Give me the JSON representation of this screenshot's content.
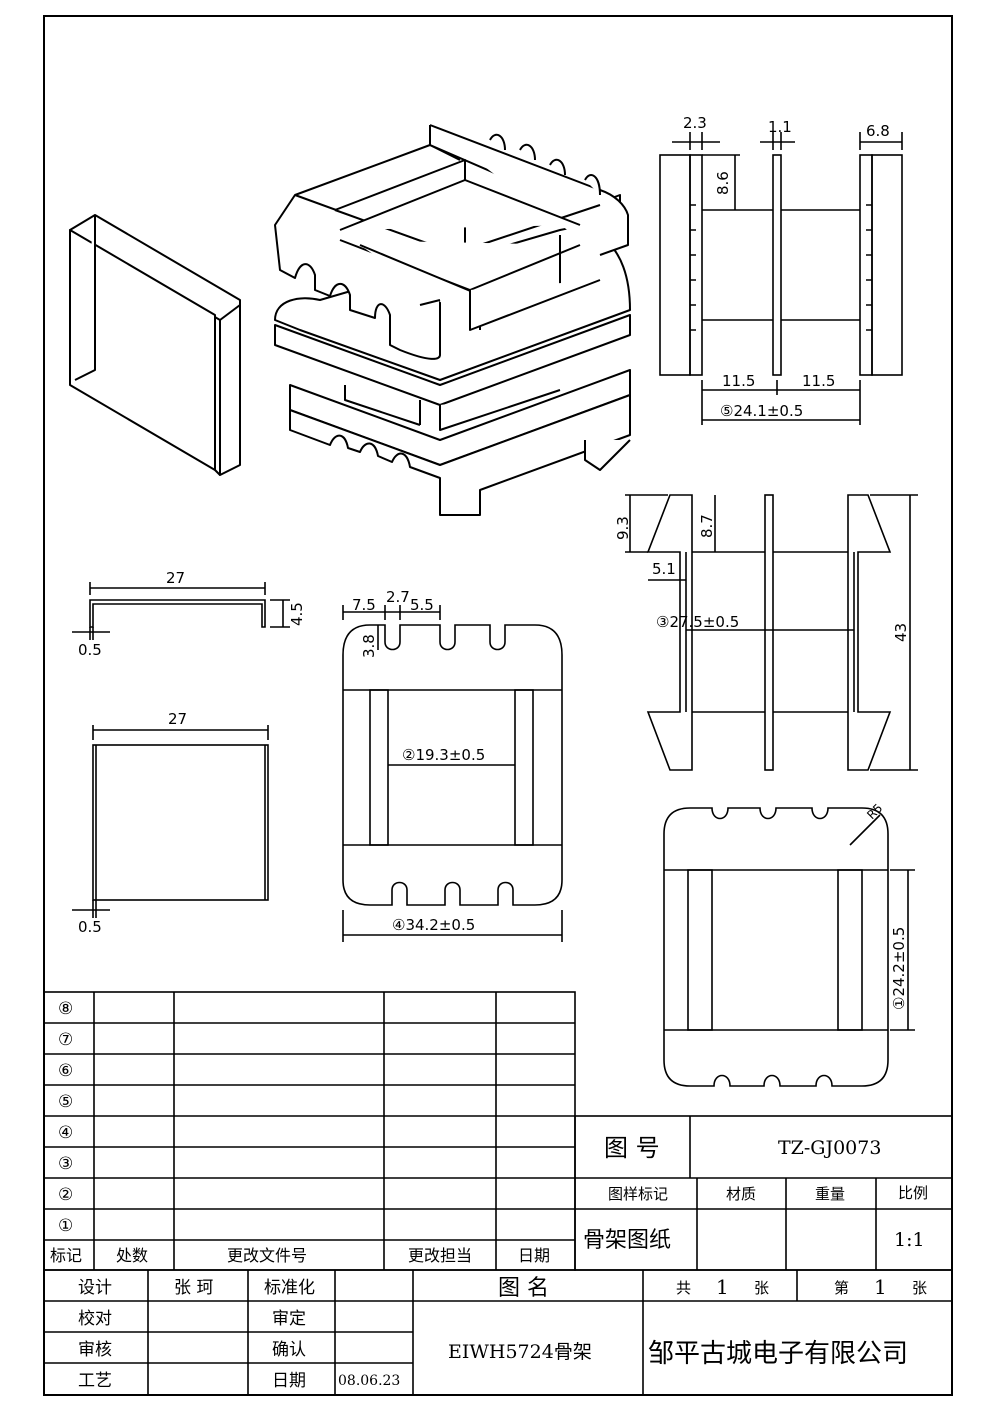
{
  "views": {
    "top_right": {
      "dim_left_flange": "2.3",
      "dim_center_plate": "1.1",
      "dim_right_flange": "6.8",
      "dim_height": "8.6",
      "dim_half_left": "11.5",
      "dim_half_right": "11.5",
      "dim_total": "⑤24.1±0.5"
    },
    "mid_right": {
      "dim_h1": "9.3",
      "dim_h2": "8.7",
      "dim_w1": "5.1",
      "dim_inner": "③27.5±0.5",
      "dim_total_h": "43"
    },
    "bottom_right": {
      "radius": "R5",
      "dim_height": "①24.2±0.5"
    },
    "clip_side": {
      "dim_width": "27",
      "dim_height": "4.5",
      "dim_thick": "0.5"
    },
    "clip_front": {
      "dim_width": "27",
      "dim_thick": "0.5"
    },
    "base_plan": {
      "dim_a": "7.5",
      "dim_b": "2.7",
      "dim_c": "5.5",
      "dim_d": "3.8",
      "dim_inner": "②19.3±0.5",
      "dim_total": "④34.2±0.5"
    }
  },
  "revision_table": {
    "marks": [
      "⑧",
      "⑦",
      "⑥",
      "⑤",
      "④",
      "③",
      "②",
      "①"
    ],
    "headers": [
      "标记",
      "处数",
      "更改文件号",
      "更改担当",
      "日期"
    ]
  },
  "drawing_info": {
    "drawing_no_label": "图 号",
    "drawing_no": "TZ-GJ0073",
    "sample_mark_label": "图样标记",
    "material_label": "材质",
    "weight_label": "重量",
    "scale_label": "比例",
    "sample_mark": "骨架图纸",
    "scale": "1:1"
  },
  "title_block": {
    "design_label": "设计",
    "designer": "张 珂",
    "standard_label": "标准化",
    "check_label": "校对",
    "approve_label": "审定",
    "review_label": "审核",
    "confirm_label": "确认",
    "process_label": "工艺",
    "date_label": "日期",
    "date": "08.06.23",
    "name_label": "图 名",
    "total_prefix": "共",
    "total_sheets": "1",
    "sheet_unit_1": "张",
    "sheet_prefix": "第",
    "sheet_no": "1",
    "sheet_unit_2": "张",
    "part_name": "EIWH5724骨架",
    "company": "邹平古城电子有限公司"
  }
}
